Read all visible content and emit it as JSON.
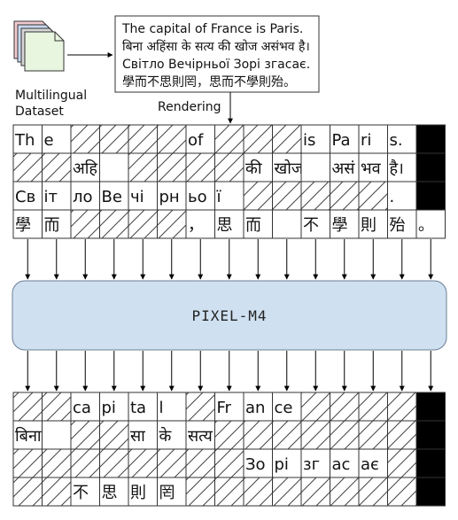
{
  "dataset_label": [
    "Multilingual",
    "Dataset"
  ],
  "rendering_label": "Rendering",
  "document_lines": [
    "The capital of France is Paris.",
    "बिना अहिंसा के सत्य की खोज असंभव है।",
    "Світло Вечірньої Зорі згасає.",
    "學而不思則罔，思而不學則殆。"
  ],
  "model_label": "PIXEL-M4",
  "colors": {
    "model_fill": "#cfe0f1",
    "model_stroke": "#6b7f93",
    "hatch": "#444444",
    "black_patch": "#000000",
    "page_stack": [
      "#f2c9cf",
      "#c9d8ef",
      "#d6d6d6",
      "#e8f5df"
    ]
  },
  "input_grid": [
    [
      {
        "t": "Th"
      },
      {
        "t": "e"
      },
      {
        "h": true
      },
      {
        "h": true
      },
      {
        "h": true
      },
      {
        "h": true
      },
      {
        "t": "of"
      },
      {
        "h": true
      },
      {
        "h": true
      },
      {
        "h": true
      },
      {
        "t": "is"
      },
      {
        "t": "Pa"
      },
      {
        "t": "ri"
      },
      {
        "t": "s."
      },
      {
        "b": true
      }
    ],
    [
      {
        "h": true
      },
      {
        "h": true
      },
      {
        "t": "अहि"
      },
      {
        "t": ""
      },
      {
        "h": true
      },
      {
        "h": true
      },
      {
        "h": true
      },
      {
        "h": true
      },
      {
        "t": "की"
      },
      {
        "t": "खोज"
      },
      {
        "t": ""
      },
      {
        "t": "असं"
      },
      {
        "t": "भव"
      },
      {
        "t": "है।"
      },
      {
        "b": true
      }
    ],
    [
      {
        "t": "Св"
      },
      {
        "t": "іт"
      },
      {
        "t": "ло"
      },
      {
        "t": "Ве"
      },
      {
        "t": "чі"
      },
      {
        "t": "рн"
      },
      {
        "t": "ьо"
      },
      {
        "t": "ї"
      },
      {
        "h": true
      },
      {
        "h": true
      },
      {
        "h": true
      },
      {
        "h": true
      },
      {
        "h": true
      },
      {
        "t": "."
      },
      {
        "b": true
      }
    ],
    [
      {
        "t": "學"
      },
      {
        "t": "而"
      },
      {
        "h": true
      },
      {
        "h": true
      },
      {
        "h": true
      },
      {
        "h": true
      },
      {
        "t": "，"
      },
      {
        "t": "思"
      },
      {
        "t": "而"
      },
      {
        "t": ""
      },
      {
        "t": "不"
      },
      {
        "t": "學"
      },
      {
        "t": "則"
      },
      {
        "t": "殆"
      },
      {
        "t": "。"
      }
    ]
  ],
  "output_grid": [
    [
      {
        "h": true
      },
      {
        "h": true
      },
      {
        "t": "ca"
      },
      {
        "t": "pi"
      },
      {
        "t": "ta"
      },
      {
        "t": "l"
      },
      {
        "h": true
      },
      {
        "t": "Fr"
      },
      {
        "t": "an"
      },
      {
        "t": "ce"
      },
      {
        "h": true
      },
      {
        "h": true
      },
      {
        "h": true
      },
      {
        "h": true
      },
      {
        "b": true
      }
    ],
    [
      {
        "t": "बिना"
      },
      {
        "t": ""
      },
      {
        "h": true
      },
      {
        "h": true
      },
      {
        "t": "सा"
      },
      {
        "t": "के"
      },
      {
        "t": "सत्य"
      },
      {
        "h": true
      },
      {
        "h": true
      },
      {
        "h": true
      },
      {
        "h": true
      },
      {
        "h": true
      },
      {
        "h": true
      },
      {
        "h": true
      },
      {
        "b": true
      }
    ],
    [
      {
        "h": true
      },
      {
        "h": true
      },
      {
        "h": true
      },
      {
        "h": true
      },
      {
        "h": true
      },
      {
        "h": true
      },
      {
        "h": true
      },
      {
        "h": true
      },
      {
        "t": "Зо"
      },
      {
        "t": "рі"
      },
      {
        "t": "зг"
      },
      {
        "t": "ас"
      },
      {
        "t": "ає"
      },
      {
        "h": true
      },
      {
        "b": true
      }
    ],
    [
      {
        "h": true
      },
      {
        "h": true
      },
      {
        "t": "不"
      },
      {
        "t": "思"
      },
      {
        "t": "則"
      },
      {
        "t": "罔"
      },
      {
        "h": true
      },
      {
        "h": true
      },
      {
        "h": true
      },
      {
        "h": true
      },
      {
        "h": true
      },
      {
        "h": true
      },
      {
        "h": true
      },
      {
        "h": true
      },
      {
        "b": true
      }
    ]
  ]
}
